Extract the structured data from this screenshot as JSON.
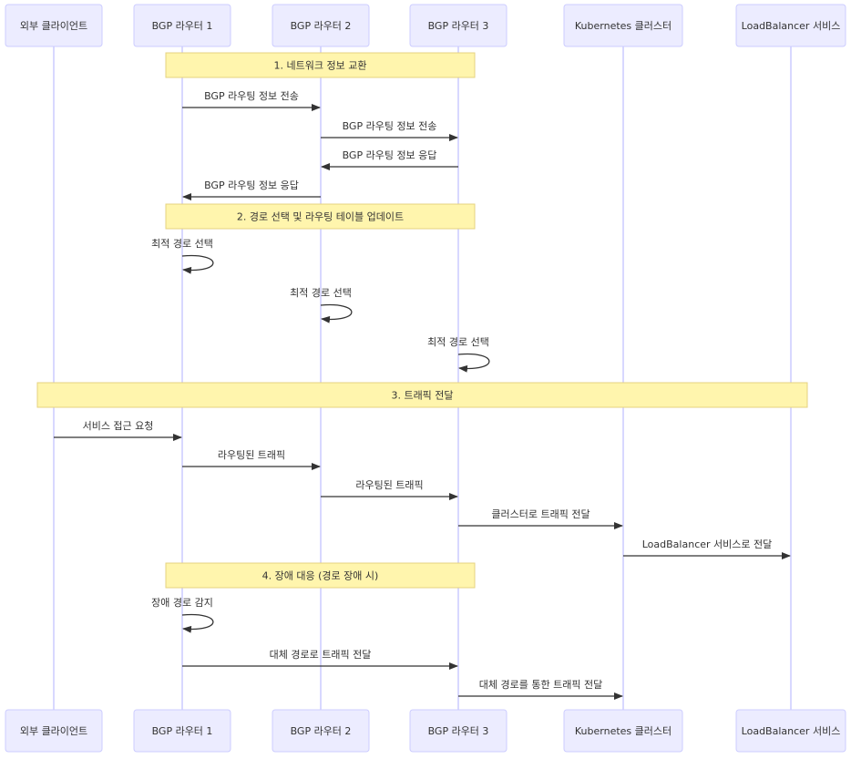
{
  "participants": [
    {
      "id": "client",
      "label": "외부 클라이언트"
    },
    {
      "id": "r1",
      "label": "BGP 라우터 1"
    },
    {
      "id": "r2",
      "label": "BGP 라우터 2"
    },
    {
      "id": "r3",
      "label": "BGP 라우터 3"
    },
    {
      "id": "k8s",
      "label": "Kubernetes 클러스터"
    },
    {
      "id": "lb",
      "label": "LoadBalancer 서비스"
    }
  ],
  "notes": [
    {
      "text": "1. 네트워크 정보 교환",
      "from": "r1",
      "to": "r3"
    },
    {
      "text": "2. 경로 선택 및 라우팅 테이블 업데이트",
      "from": "r1",
      "to": "r3"
    },
    {
      "text": "3. 트래픽 전달",
      "from": "client",
      "to": "lb"
    },
    {
      "text": "4. 장애 대응 (경로 장애 시)",
      "from": "r1",
      "to": "r3"
    }
  ],
  "messages": [
    {
      "from": "r1",
      "to": "r2",
      "text": "BGP 라우팅 정보 전송"
    },
    {
      "from": "r2",
      "to": "r3",
      "text": "BGP 라우팅 정보 전송"
    },
    {
      "from": "r3",
      "to": "r2",
      "text": "BGP 라우팅 정보 응답"
    },
    {
      "from": "r2",
      "to": "r1",
      "text": "BGP 라우팅 정보 응답"
    },
    {
      "from": "r1",
      "to": "r1",
      "text": "최적 경로 선택"
    },
    {
      "from": "r2",
      "to": "r2",
      "text": "최적 경로 선택"
    },
    {
      "from": "r3",
      "to": "r3",
      "text": "최적 경로 선택"
    },
    {
      "from": "client",
      "to": "r1",
      "text": "서비스 접근 요청"
    },
    {
      "from": "r1",
      "to": "r2",
      "text": "라우팅된 트래픽"
    },
    {
      "from": "r2",
      "to": "r3",
      "text": "라우팅된 트래픽"
    },
    {
      "from": "r3",
      "to": "k8s",
      "text": "클러스터로 트래픽 전달"
    },
    {
      "from": "k8s",
      "to": "lb",
      "text": "LoadBalancer 서비스로 전달"
    },
    {
      "from": "r1",
      "to": "r1",
      "text": "장애 경로 감지"
    },
    {
      "from": "r1",
      "to": "r3",
      "text": "대체 경로로 트래픽 전달"
    },
    {
      "from": "r3",
      "to": "k8s",
      "text": "대체 경로를 통한 트래픽 전달"
    }
  ]
}
